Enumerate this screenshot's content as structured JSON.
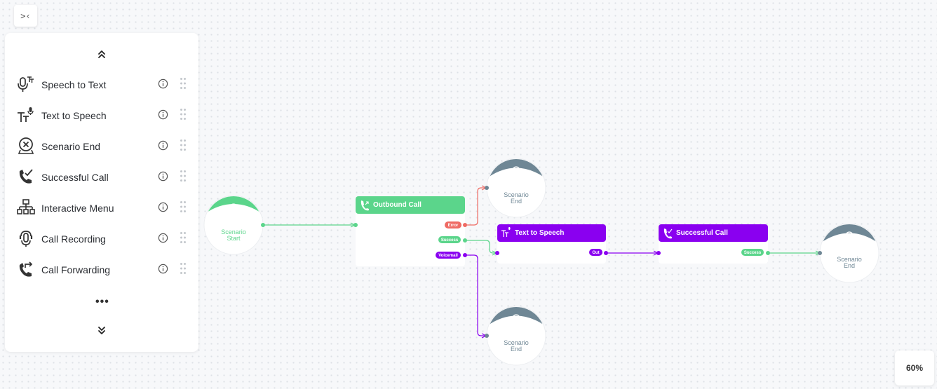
{
  "palette": {
    "collapse_label": ">‹",
    "items": [
      {
        "label": "Speech to Text",
        "icon": "speech-to-text-icon"
      },
      {
        "label": "Text to Speech",
        "icon": "text-to-speech-icon"
      },
      {
        "label": "Scenario End",
        "icon": "scenario-end-icon"
      },
      {
        "label": "Successful Call",
        "icon": "successful-call-icon"
      },
      {
        "label": "Interactive Menu",
        "icon": "interactive-menu-icon"
      },
      {
        "label": "Call Recording",
        "icon": "call-recording-icon"
      },
      {
        "label": "Call Forwarding",
        "icon": "call-forwarding-icon"
      }
    ],
    "more_label": "•••"
  },
  "zoom": {
    "level": "60%"
  },
  "colors": {
    "green": "#5bd58b",
    "purple": "#8a00f0",
    "red": "#ef6b64",
    "slate": "#6f8795",
    "connector_gray": "#6f8795"
  },
  "flow": {
    "scenario_start": {
      "line1": "Scenario",
      "line2": "Start"
    },
    "end_error": {
      "line1": "Scenario",
      "line2": "End"
    },
    "end_voicemail": {
      "line1": "Scenario",
      "line2": "End"
    },
    "end_final": {
      "line1": "Scenario",
      "line2": "End"
    },
    "outbound_call": {
      "title": "Outbound Call",
      "ports": [
        "Error",
        "Success",
        "Voicemail"
      ]
    },
    "text_to_speech": {
      "title": "Text to Speech",
      "ports": [
        "Out"
      ]
    },
    "successful_call": {
      "title": "Successful Call",
      "ports": [
        "Success"
      ]
    }
  }
}
